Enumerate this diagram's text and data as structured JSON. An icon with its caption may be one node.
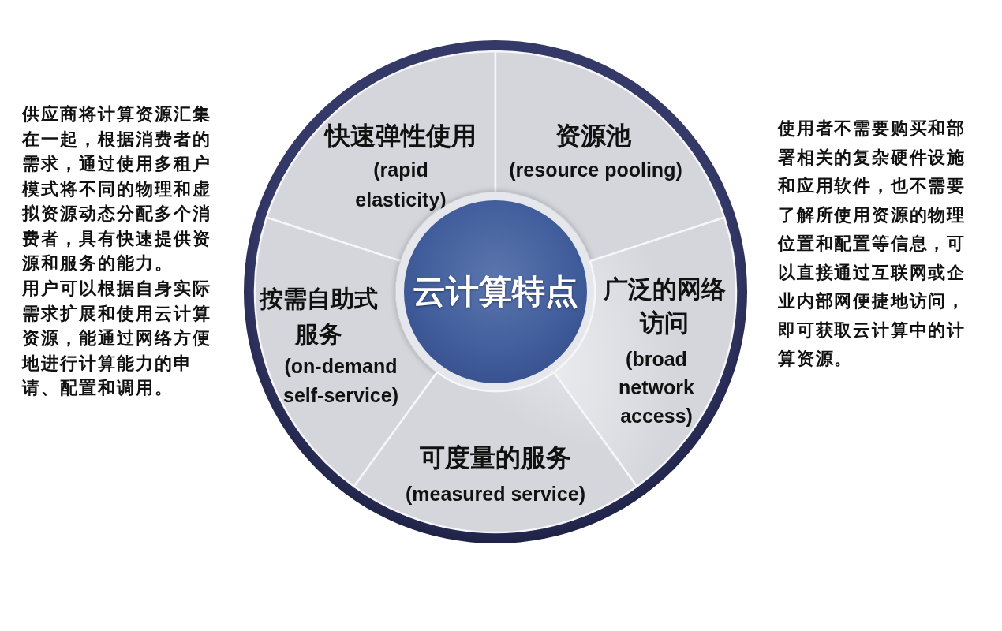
{
  "diagram": {
    "nodes": [
      {
        "text": [
          "快速弹性使用",
          "(rapid elasticity)"
        ]
      },
      {
        "text": [
          "资源池",
          "(resource pooling)"
        ]
      },
      {
        "text": [
          "按需自助式服务",
          "(on-demand self-service)"
        ]
      },
      {
        "text": [
          "云计算特点"
        ]
      },
      {
        "text": [
          "广泛的网络访问",
          "(broad network access)"
        ]
      },
      {
        "text": [
          "可度量的服务",
          "(measured service)"
        ]
      }
    ],
    "labels": [
      "供应商将计算资源汇集在一起，根据消费者的需求，通过使用多租户模式将不同的物理和虚拟资源动态分配多个消费者，具有快速提供资源和服务的能力。",
      "用户可以根据自身实际需求扩展和使用云计算资源，能通过网络方便地进行计算能力的申请、配置和调用。",
      "使用者不需要购买和部署相关的复杂硬件设施和应用软件，也不需要了解所使用资源的物理位置和配置等信息，可以直接通过互联网或企业内部网便捷地访问，即可获取云计算中的计算资源。"
    ]
  }
}
